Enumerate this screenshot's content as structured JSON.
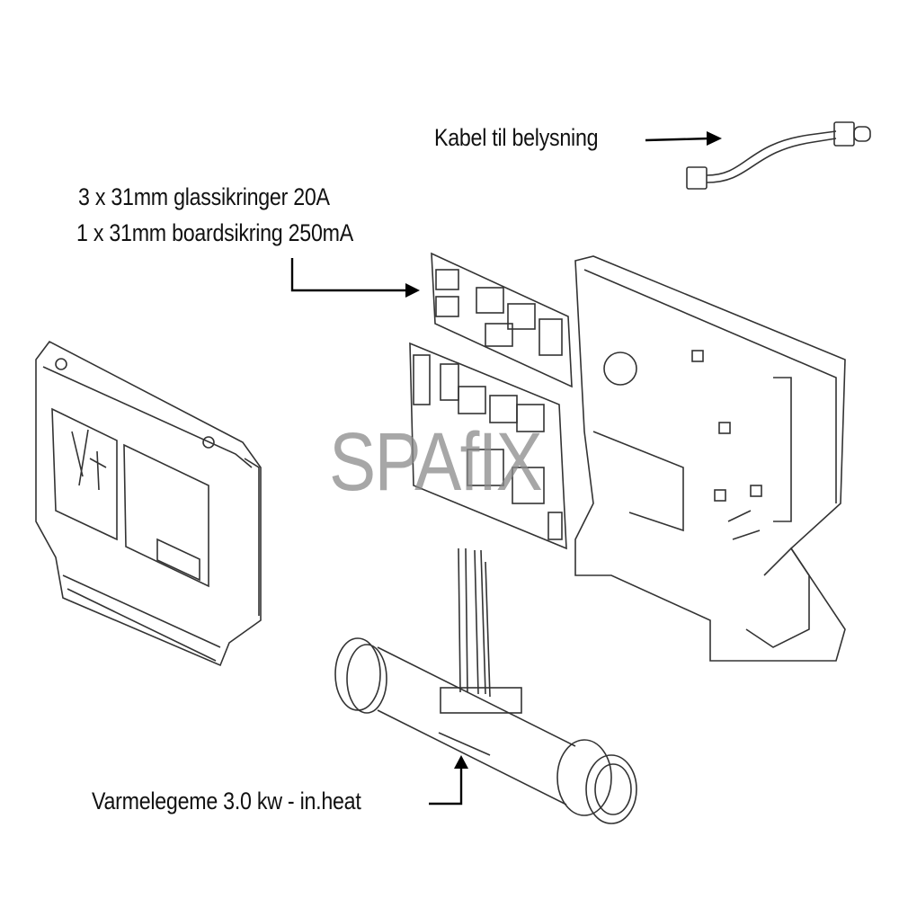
{
  "labels": {
    "cable": "Kabel til belysning",
    "fuses_line1": "3 x 31mm glassikringer 20A",
    "fuses_line2": "1 x 31mm boardsikring 250mA",
    "heater": "Varmelegeme 3.0 kw - in.heat"
  },
  "watermark": "SPAfIX",
  "colors": {
    "line": "#222222",
    "watermark": "#8a8a8a"
  }
}
